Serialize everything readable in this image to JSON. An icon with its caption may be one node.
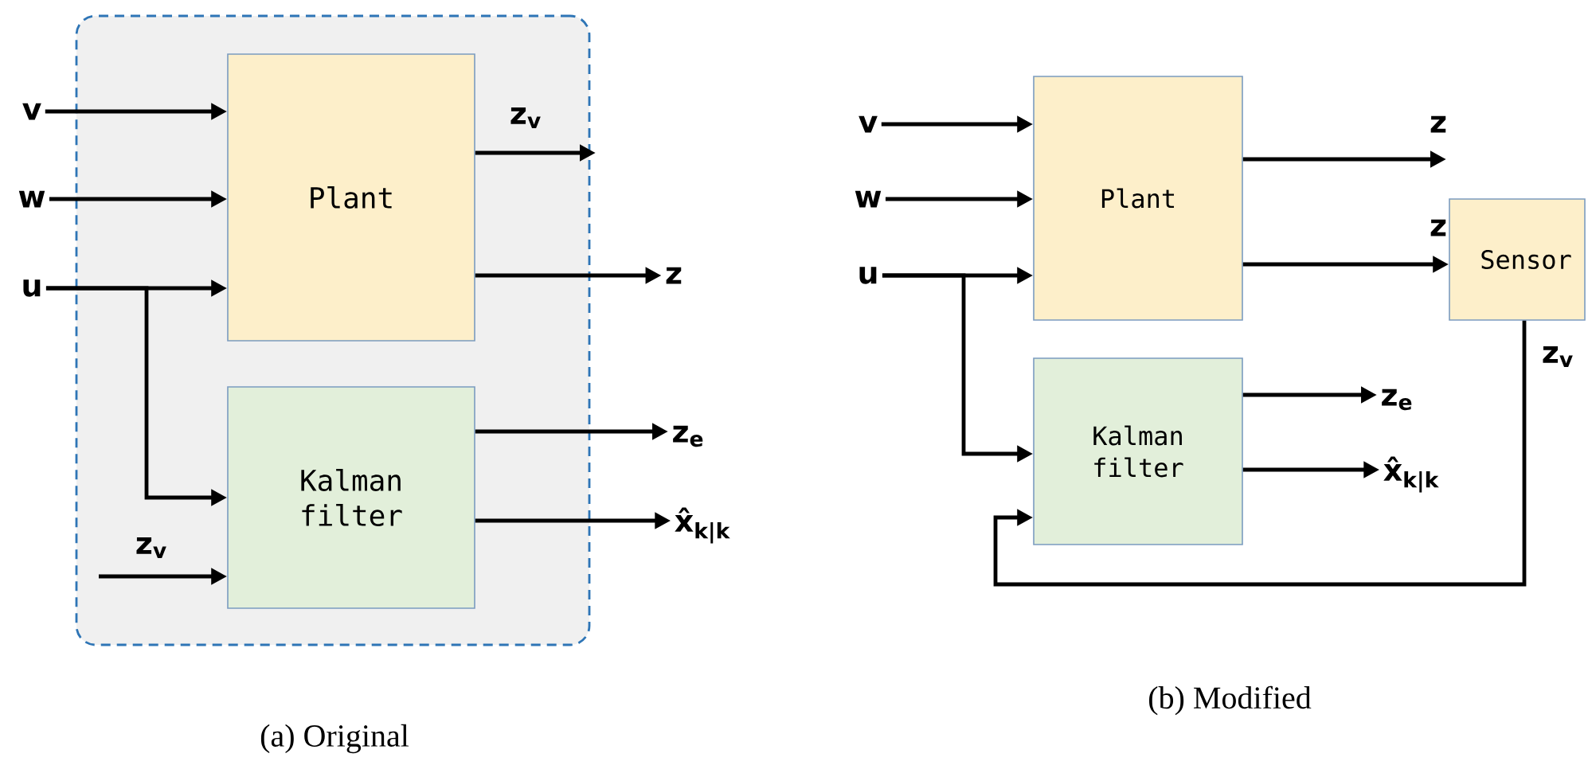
{
  "diagram": {
    "nodes": [
      {
        "text": [],
        "shape": "box"
      },
      {
        "text": [
          "v"
        ]
      },
      {
        "text": [
          "w"
        ]
      },
      {
        "text": [
          "u"
        ]
      },
      {
        "text": [
          "Plant"
        ],
        "in": 0
      },
      {
        "text": [
          "Kalman filter"
        ],
        "in": 0
      },
      {
        "text": [
          "z"
        ]
      },
      {
        "text": [
          "z$_{e}$"
        ]
      },
      {
        "text": [
          "x̂$_{k|k}$"
        ]
      },
      {
        "text": [
          "v"
        ]
      },
      {
        "text": [
          "w"
        ]
      },
      {
        "text": [
          "u"
        ]
      },
      {
        "text": [
          "Plant"
        ]
      },
      {
        "text": [
          "Kalman filter"
        ]
      },
      {
        "text": [
          "Sensor"
        ]
      },
      {
        "text": [
          "z$_{e}$"
        ]
      },
      {
        "text": [
          "x̂$_{k|k}$"
        ]
      }
    ],
    "edges": [
      {
        "from": 1,
        "to": 4,
        "arrow": "to"
      },
      {
        "from": 2,
        "to": 4,
        "arrow": "to"
      },
      {
        "from": 3,
        "to": 4,
        "arrow": "to"
      },
      {
        "from": 3,
        "to": 5,
        "arrow": "to"
      },
      {
        "from": 4,
        "to": null,
        "arrow": "to",
        "label": "z$_{v}$"
      },
      {
        "from": 4,
        "to": 6,
        "arrow": "to"
      },
      {
        "from": null,
        "to": 5,
        "arrow": "to",
        "label": "z$_{v}$"
      },
      {
        "from": 5,
        "to": 7,
        "arrow": "to"
      },
      {
        "from": 5,
        "to": 8,
        "arrow": "to"
      },
      {
        "from": 9,
        "to": 12,
        "arrow": "to"
      },
      {
        "from": 10,
        "to": 12,
        "arrow": "to"
      },
      {
        "from": 11,
        "to": 12,
        "arrow": "to"
      },
      {
        "from": 11,
        "to": 13,
        "arrow": "to"
      },
      {
        "from": 12,
        "to": null,
        "arrow": "to",
        "label": "z"
      },
      {
        "from": 12,
        "to": 14,
        "arrow": "to",
        "label": "z"
      },
      {
        "from": 14,
        "to": 13,
        "arrow": "to",
        "label": "z$_{v}$"
      },
      {
        "from": 13,
        "to": 15,
        "arrow": "to"
      },
      {
        "from": 13,
        "to": 16,
        "arrow": "to"
      }
    ],
    "labels": [
      "(a) Original",
      "(b) Modified"
    ]
  }
}
